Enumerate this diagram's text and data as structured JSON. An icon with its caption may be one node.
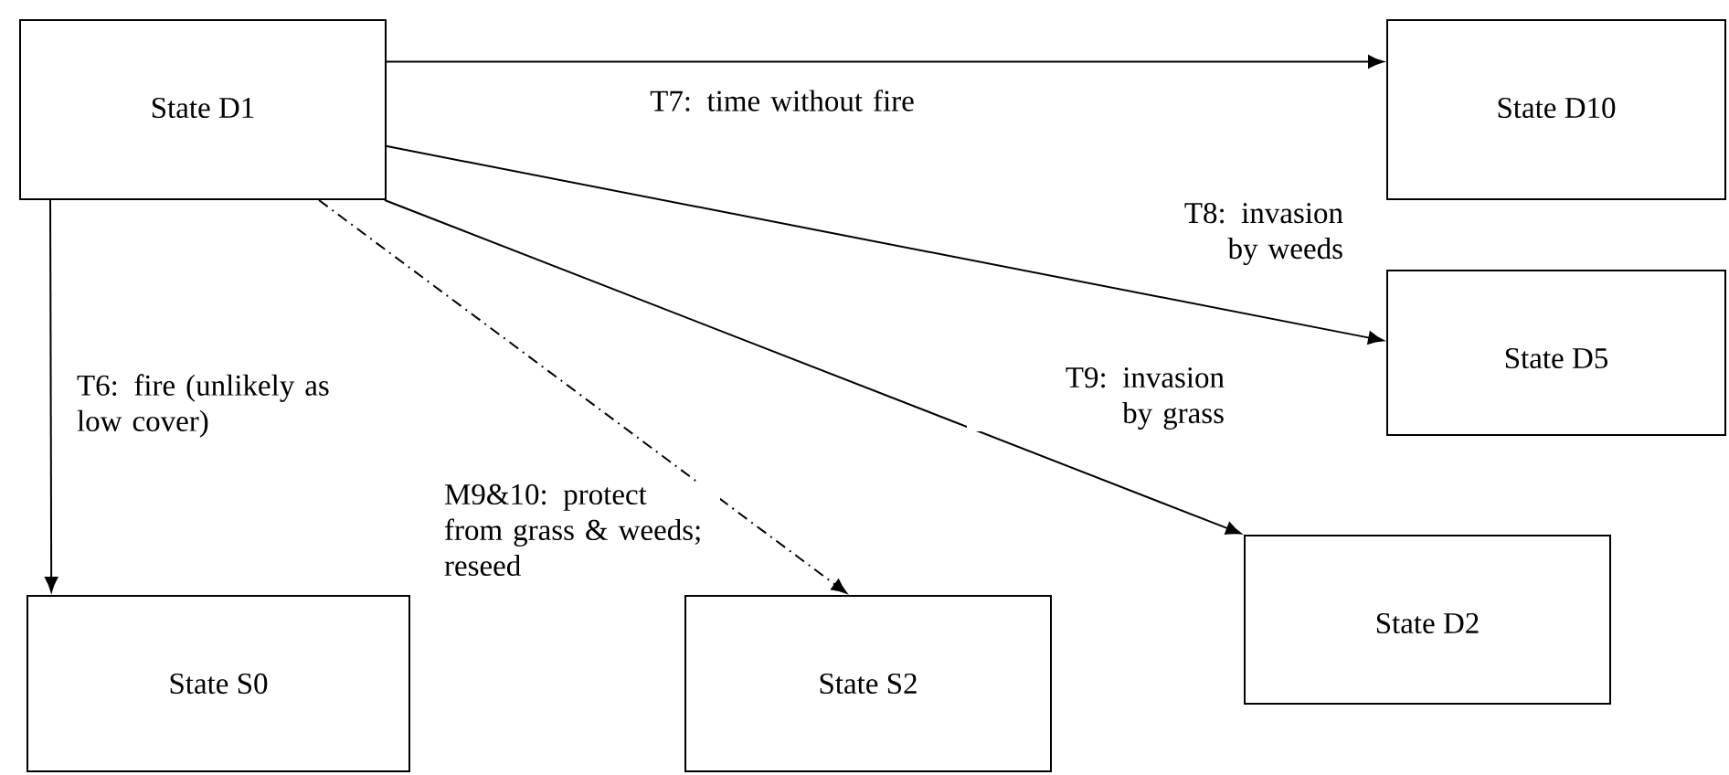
{
  "diagram": {
    "nodes": [
      {
        "text": [
          "State D1"
        ]
      },
      {
        "text": [
          "State D10"
        ]
      },
      {
        "text": [
          "State D5"
        ]
      },
      {
        "text": [
          "State D2"
        ]
      },
      {
        "text": [
          "State S0"
        ]
      },
      {
        "text": [
          "State S2"
        ]
      }
    ],
    "edges": [
      {
        "from": 0,
        "to": 1,
        "arrow": "to",
        "label": "T7: time without fire"
      },
      {
        "from": 0,
        "to": 2,
        "arrow": "to",
        "label": "T8: invasion by weeds"
      },
      {
        "from": 0,
        "to": 3,
        "arrow": "to",
        "label": "T9: invasion by grass"
      },
      {
        "from": 0,
        "to": 4,
        "arrow": "to",
        "label": "T6: fire (unlikely as low cover)"
      },
      {
        "from": 0,
        "to": 5,
        "arrow": "to",
        "label": "M9&10: protect from grass & weeds; reseed",
        "style": "dashed"
      }
    ]
  }
}
